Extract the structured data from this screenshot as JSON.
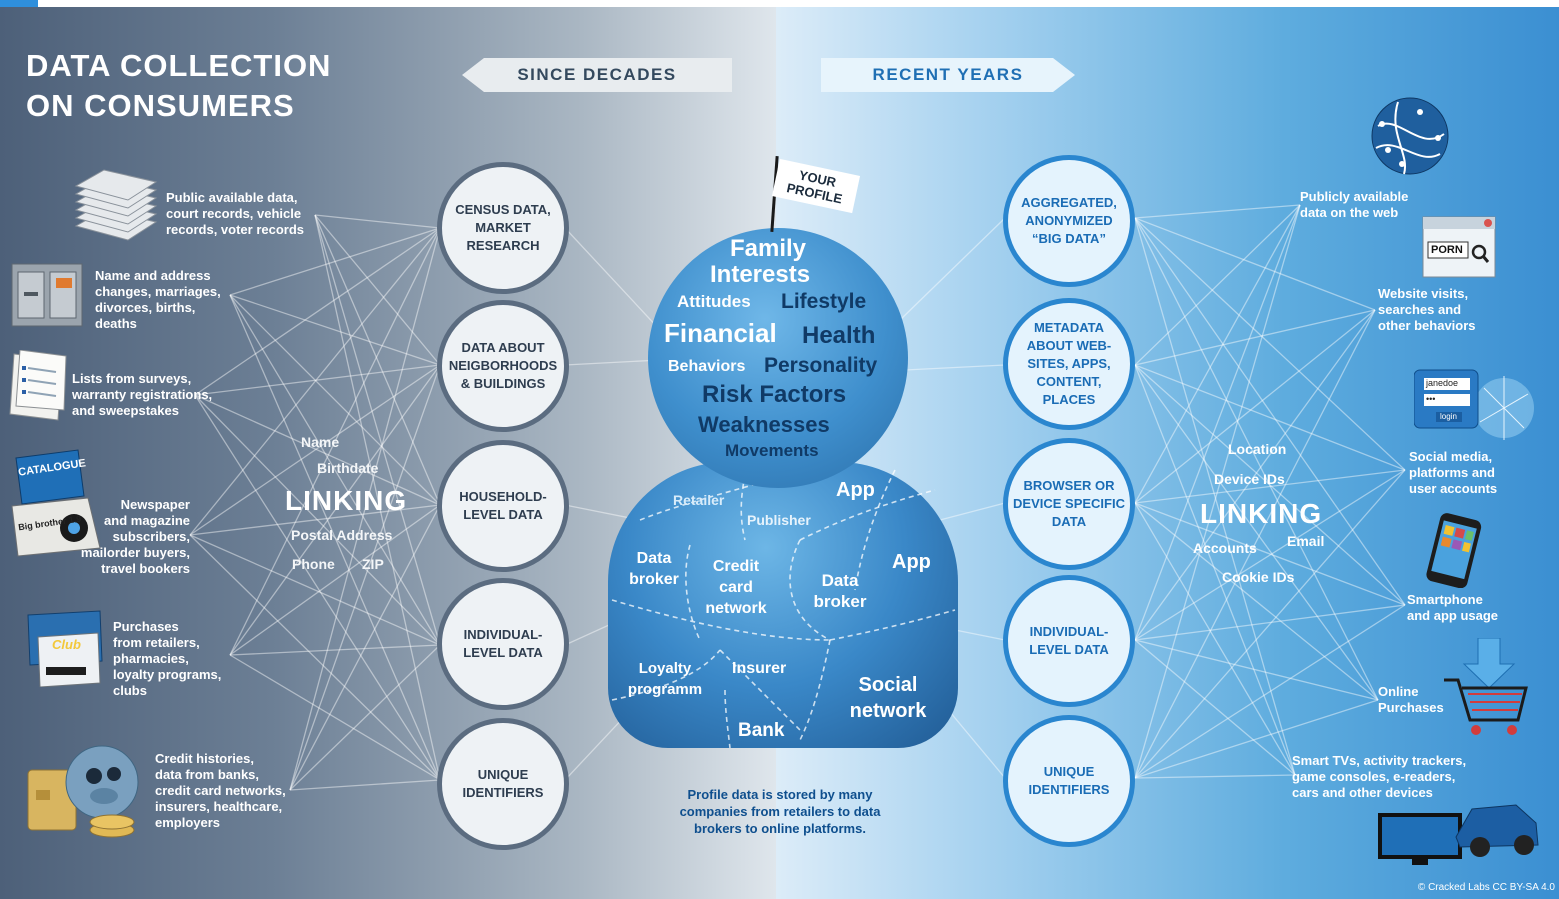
{
  "title": [
    "DATA COLLECTION",
    "ON CONSUMERS"
  ],
  "banners": {
    "left": "SINCE DECADES",
    "right": "RECENT YEARS"
  },
  "left_circles": [
    "CENSUS DATA, MARKET RESEARCH",
    "DATA ABOUT NEIGBORHOODS & BUILDINGS",
    "HOUSEHOLD-LEVEL DATA",
    "INDIVIDUAL-LEVEL DATA",
    "UNIQUE IDENTIFIERS"
  ],
  "right_circles": [
    "AGGREGATED, ANONYMIZED “BIG DATA”",
    "METADATA ABOUT WEB-SITES, APPS, CONTENT, PLACES",
    "BROWSER OR DEVICE SPECIFIC DATA",
    "INDIVIDUAL-LEVEL DATA",
    "UNIQUE IDENTIFIERS"
  ],
  "left_sources": [
    [
      "Public available data,",
      "court records, vehicle",
      "records, voter records"
    ],
    [
      "Name and address",
      "changes, marriages,",
      "divorces, births,",
      "deaths"
    ],
    [
      "Lists from surveys,",
      "warranty registrations,",
      "and sweepstakes"
    ],
    [
      "Newspaper",
      "and magazine",
      "subscribers,",
      "mailorder buyers,",
      "travel bookers"
    ],
    [
      "Purchases",
      "from retailers,",
      "pharmacies,",
      "loyalty programs,",
      "clubs"
    ],
    [
      "Credit histories,",
      "data from banks,",
      "credit card networks,",
      "insurers, healthcare,",
      "employers"
    ]
  ],
  "right_sources": [
    [
      "Publicly available",
      "data on the web"
    ],
    [
      "Website visits,",
      "searches and",
      "other behaviors"
    ],
    [
      "Social media,",
      "platforms and",
      "user accounts"
    ],
    [
      "Smartphone",
      "and app usage"
    ],
    [
      "Online",
      "Purchases"
    ],
    [
      "Smart TVs, activity trackers,",
      "game consoles, e-readers,",
      "cars and other devices"
    ]
  ],
  "left_linking": {
    "word": "LINKING",
    "items": [
      "Name",
      "Birthdate",
      "Postal Address",
      "Phone",
      "ZIP"
    ]
  },
  "right_linking": {
    "word": "LINKING",
    "items": [
      "Location",
      "Device IDs",
      "Accounts",
      "Email",
      "Cookie IDs"
    ]
  },
  "flag": [
    "YOUR",
    "PROFILE"
  ],
  "profile_head": [
    "Family",
    "Interests",
    "Attitudes",
    "Lifestyle",
    "Financial",
    "Health",
    "Behaviors",
    "Personality",
    "Risk Factors",
    "Weaknesses",
    "Movements"
  ],
  "profile_body": [
    "Retailer",
    "App",
    "Publisher",
    "Data broker",
    "Credit card network",
    "Data broker",
    "App",
    "Loyalty programm",
    "Insurer",
    "Social network",
    "Bank"
  ],
  "icon_labels": {
    "catalogue": "CATALOGUE",
    "big_brother": "Big brother 1.9",
    "club": "Club",
    "porn": "PORN",
    "login_user": "janedoe",
    "login_pass": "•••",
    "login_btn": "login"
  },
  "caption": "Profile data is stored by many companies from retailers to data brokers to online platforms.",
  "credit": "© Cracked Labs CC BY-SA 4.0",
  "colors": {
    "left_ring": "#5b6c80",
    "right_ring": "#2a86cf",
    "profile": "#3f8fcd"
  }
}
